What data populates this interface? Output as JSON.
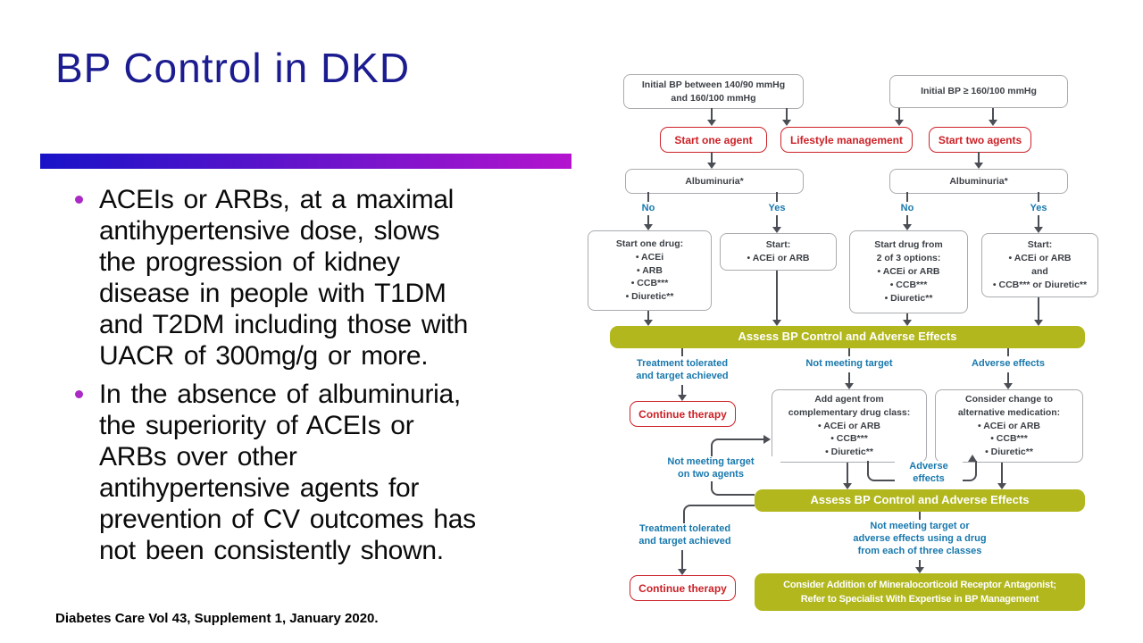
{
  "slide": {
    "title": "BP Control in DKD",
    "bullets": [
      "ACEIs or ARBs, at a maximal\nantihypertensive dose, slows\nthe progression of kidney\ndisease in people with T1DM\nand T2DM including those with\nUACR of 300mg/g or more.",
      "In the absence of albuminuria,\nthe superiority of ACEIs or\nARBs over other\nantihypertensive agents for\nprevention of CV outcomes has\nnot been consistently shown."
    ],
    "citation": "Diabetes Care Vol 43, Supplement 1, January 2020.",
    "colors": {
      "title_navy": "#1c1c91",
      "gradient_start": "#1813c8",
      "gradient_end": "#b414ce",
      "bullet_dot": "#ab2ac5",
      "flow_olive": "#b1b71c",
      "flow_red": "#cc2127",
      "flow_blue": "#1878ad",
      "flow_box_border": "#a9abae",
      "flow_arrow": "#4b4e54"
    }
  },
  "fc": {
    "initial_bp_moderate": "Initial BP between 140/90 mmHg\nand 160/100 mmHg",
    "initial_bp_high": "Initial BP ≥ 160/100 mmHg",
    "start_one_agent": "Start one agent",
    "lifestyle_management": "Lifestyle management",
    "start_two_agents": "Start two agents",
    "albuminuria": "Albuminuria*",
    "no_label": "No",
    "yes_label": "Yes",
    "start_one_drug": "Start one drug:\n• ACEi\n• ARB\n• CCB***\n• Diuretic**",
    "start_acei_arb": "Start:\n• ACEi or ARB",
    "start_2of3": "Start drug from\n2 of 3 options:\n• ACEi or ARB\n• CCB***\n• Diuretic**",
    "start_combo": "Start:\n• ACEi or ARB\nand\n• CCB*** or Diuretic**",
    "assess": "Assess BP Control and Adverse Effects",
    "treatment_tolerated": "Treatment tolerated\nand target achieved",
    "not_meeting_target": "Not meeting target",
    "adverse_effects": "Adverse effects",
    "continue_therapy": "Continue therapy",
    "add_agent": "Add agent from\ncomplementary drug class:\n• ACEi or ARB\n• CCB***\n• Diuretic**",
    "consider_change": "Consider change to\nalternative medication:\n• ACEi or ARB\n• CCB***\n• Diuretic**",
    "not_meeting_two": "Not meeting target\non two agents",
    "adverse_effects_short": "Adverse\neffects",
    "not_meeting_three": "Not meeting target or\nadverse effects using a drug\nfrom each of three classes",
    "mra": "Consider Addition of Mineralocorticoid Receptor Antagonist;\nRefer to Specialist With Expertise in BP Management"
  }
}
